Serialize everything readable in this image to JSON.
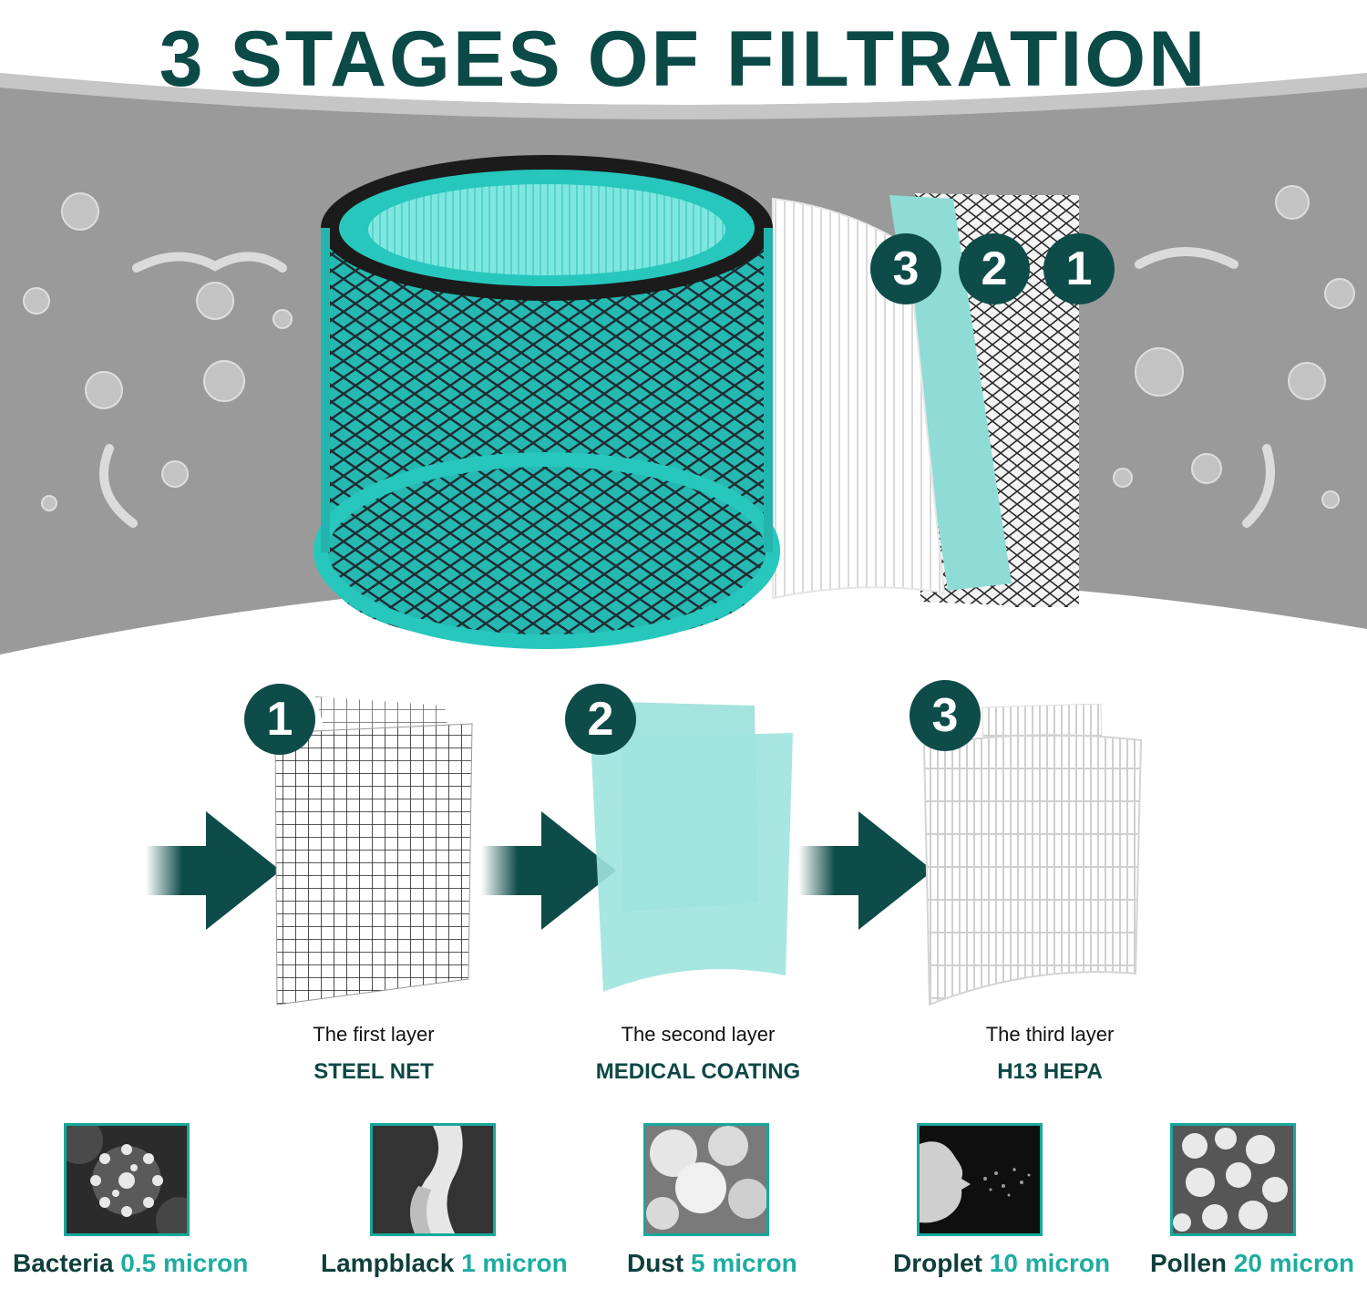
{
  "title": "3 STAGES OF FILTRATION",
  "hero_badges": [
    "3",
    "2",
    "1"
  ],
  "stages": [
    {
      "number": "1",
      "layer": "The first layer",
      "name": "STEEL NET"
    },
    {
      "number": "2",
      "layer": "The second layer",
      "name": "MEDICAL COATING"
    },
    {
      "number": "3",
      "layer": "The third layer",
      "name": "H13 HEPA"
    }
  ],
  "particles": [
    {
      "name": "Bacteria",
      "size": "0.5 micron",
      "icon": "bacteria-icon"
    },
    {
      "name": "Lampblack",
      "size": "1 micron",
      "icon": "smoke-icon"
    },
    {
      "name": "Dust",
      "size": "5 micron",
      "icon": "dust-icon"
    },
    {
      "name": "Droplet",
      "size": "10 micron",
      "icon": "droplet-icon"
    },
    {
      "name": "Pollen",
      "size": "20 micron",
      "icon": "pollen-icon"
    }
  ],
  "colors": {
    "accent": "#0e4c49",
    "teal": "#1dada0",
    "filter": "#27c7bd",
    "band": "#9b9b9b"
  }
}
